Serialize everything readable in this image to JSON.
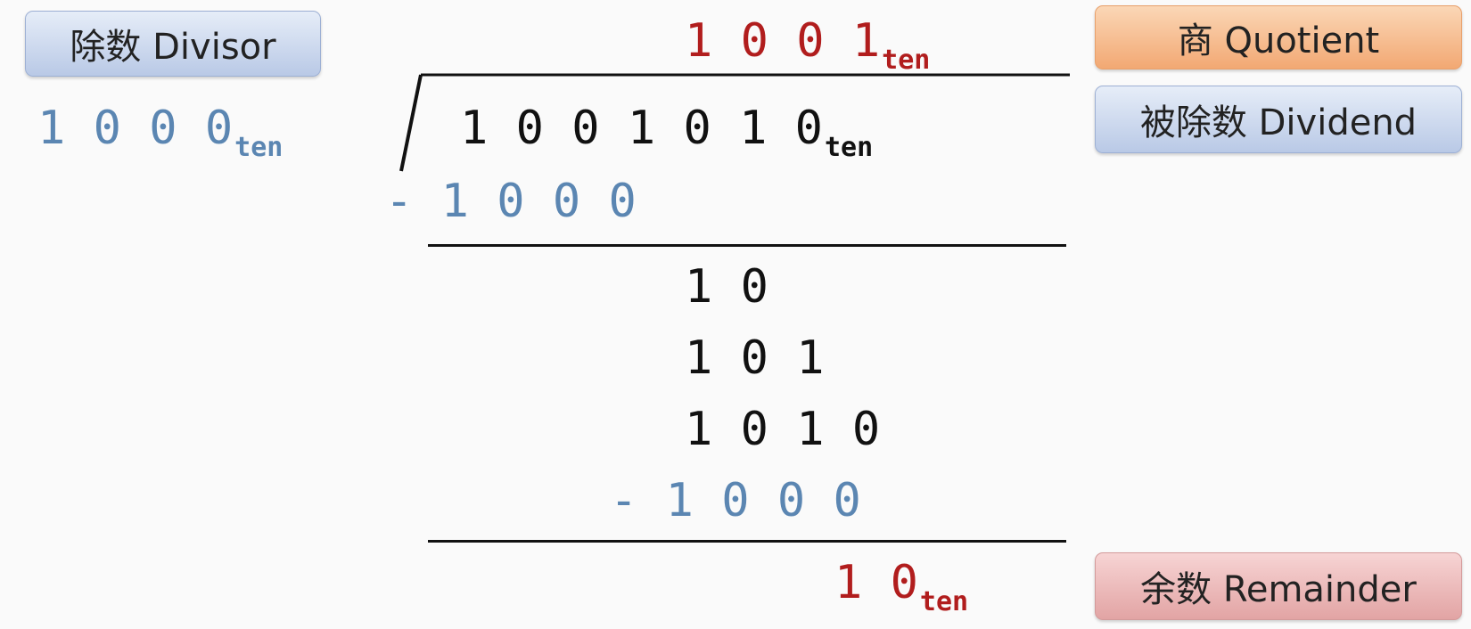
{
  "labels": {
    "divisor": "除数 Divisor",
    "quotient": "商 Quotient",
    "dividend": "被除数 Dividend",
    "remainder": "余数 Remainder"
  },
  "division": {
    "quotient": "1 0 0 1",
    "divisor": "1 0 0 0",
    "dividend": "1 0 0 1 0 1 0",
    "subtract1": "- 1 0 0 0",
    "step1": "1 0",
    "step2": "1 0 1",
    "step3": "1 0 1 0",
    "subtract2": "- 1 0 0 0",
    "remainder": "1 0",
    "base_subscript": "ten"
  },
  "colors": {
    "quotient": "#b11d1d",
    "divisor": "#5b86b2",
    "dividend": "#111111",
    "subtracted": "#5b86b2",
    "remainder": "#b11d1d"
  }
}
